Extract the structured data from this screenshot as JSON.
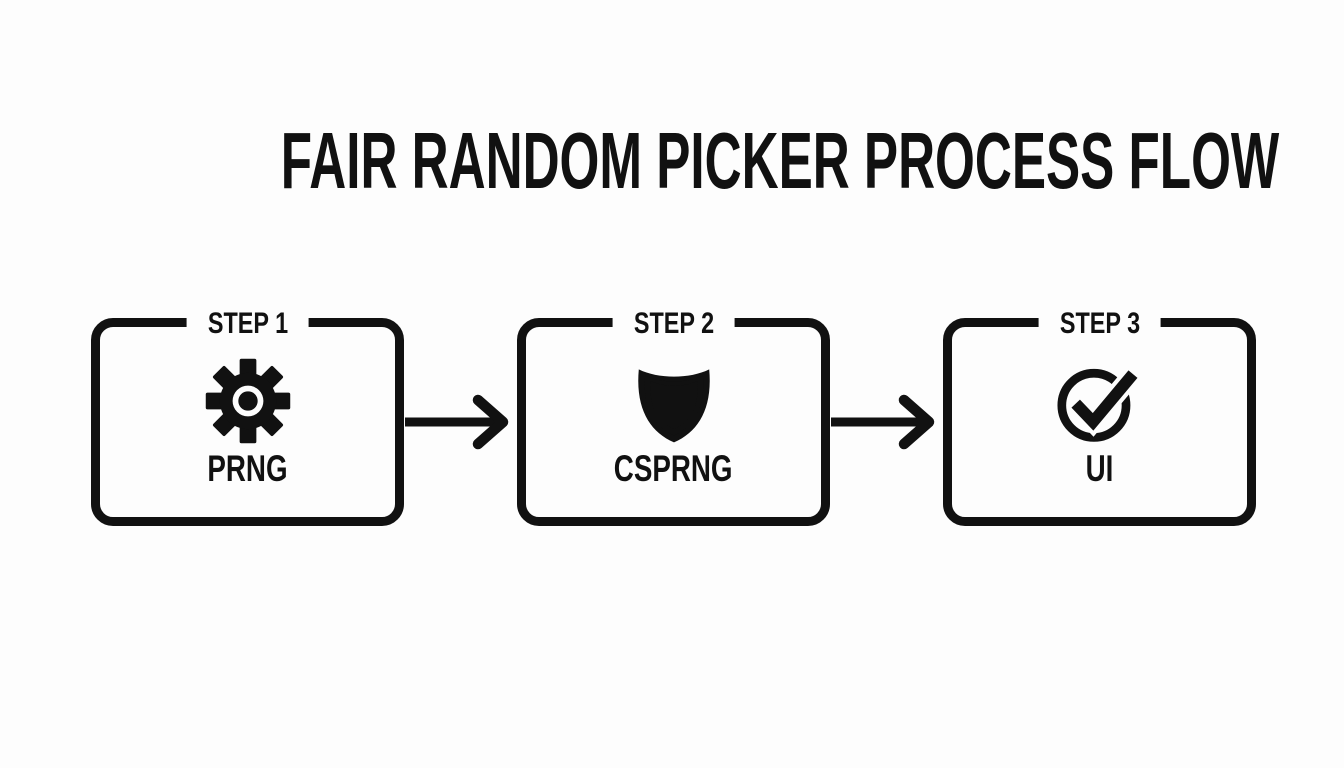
{
  "title": "FAIR RANDOM PICKER PROCESS FLOW",
  "steps": [
    {
      "label": "STEP 1",
      "icon": "gear-icon",
      "name": "PRNG"
    },
    {
      "label": "STEP 2",
      "icon": "shield-icon",
      "name": "CSPRNG"
    },
    {
      "label": "STEP 3",
      "icon": "check-circle-icon",
      "name": "UI"
    }
  ],
  "arrows": [
    {
      "from": "PRNG",
      "to": "CSPRNG"
    },
    {
      "from": "CSPRNG",
      "to": "UI"
    }
  ],
  "colors": {
    "foreground": "#111111",
    "background": "#fdfdfd"
  }
}
